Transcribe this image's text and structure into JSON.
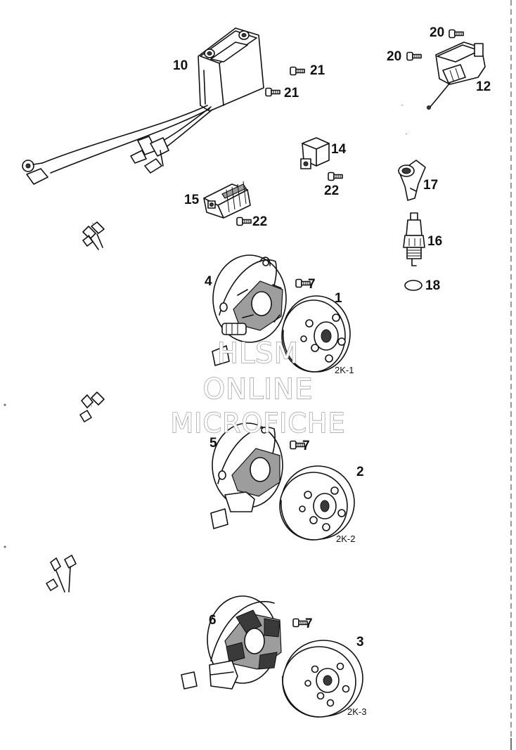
{
  "labels": {
    "p10": "10",
    "p21a": "21",
    "p21b": "21",
    "p20a": "20",
    "p20b": "20",
    "p12": "12",
    "p14": "14",
    "p22a": "22",
    "p17": "17",
    "p15": "15",
    "p22b": "22",
    "p16": "16",
    "p18": "18",
    "p4": "4",
    "p7a": "7",
    "p1": "1",
    "p5": "5",
    "p7b": "7",
    "p2": "2",
    "p6": "6",
    "p7c": "7",
    "p3": "3"
  },
  "sublabels": {
    "k1": "2K-1",
    "k2": "2K-2",
    "k3": "2K-3"
  },
  "watermark": {
    "line1": "HLSM",
    "line2": "ONLINE",
    "line3": "MICROFICHE"
  }
}
